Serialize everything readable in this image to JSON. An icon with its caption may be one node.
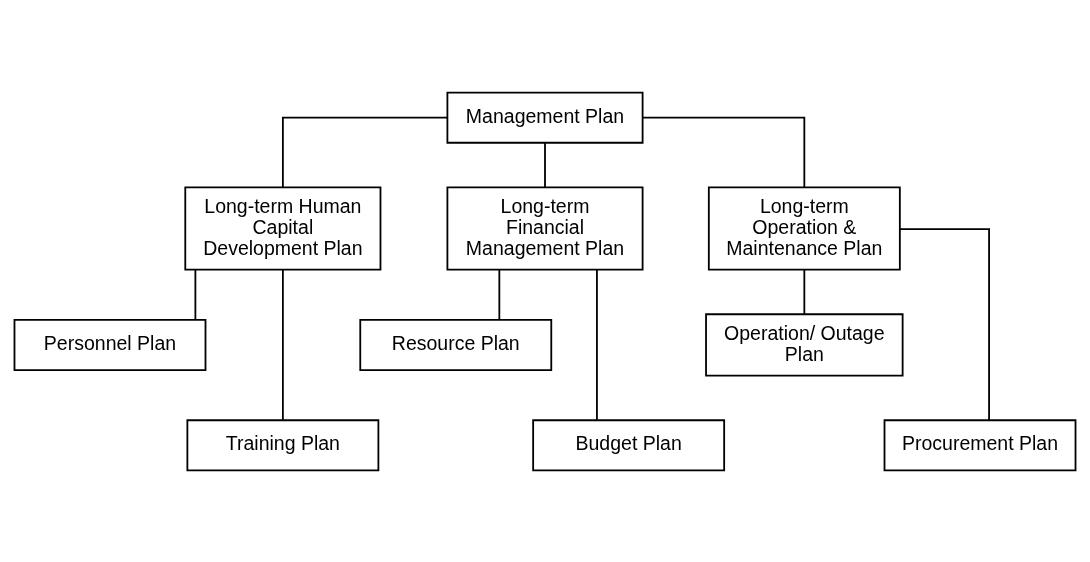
{
  "diagram": {
    "nodes": [
      {
        "text": [
          "Management Plan"
        ]
      },
      {
        "text": [
          "Long-term Human Capital Development Plan"
        ]
      },
      {
        "text": [
          "Long-term Financial Management Plan"
        ]
      },
      {
        "text": [
          "Long-term Operation & Maintenance Plan"
        ]
      },
      {
        "text": [
          "Personnel Plan"
        ]
      },
      {
        "text": [
          "Training Plan"
        ]
      },
      {
        "text": [
          "Resource Plan"
        ]
      },
      {
        "text": [
          "Budget Plan"
        ]
      },
      {
        "text": [
          "Operation/ Outage Plan"
        ]
      },
      {
        "text": [
          "Procurement Plan"
        ]
      }
    ],
    "edges": [
      {
        "from": 0,
        "to": 1,
        "arrow": "none"
      },
      {
        "from": 0,
        "to": 2,
        "arrow": "none"
      },
      {
        "from": 0,
        "to": 3,
        "arrow": "none"
      },
      {
        "from": 1,
        "to": 4,
        "arrow": "none"
      },
      {
        "from": 1,
        "to": 5,
        "arrow": "none"
      },
      {
        "from": 2,
        "to": 6,
        "arrow": "none"
      },
      {
        "from": 2,
        "to": 7,
        "arrow": "none"
      },
      {
        "from": 3,
        "to": 8,
        "arrow": "none"
      },
      {
        "from": 3,
        "to": 9,
        "arrow": "none"
      }
    ]
  }
}
